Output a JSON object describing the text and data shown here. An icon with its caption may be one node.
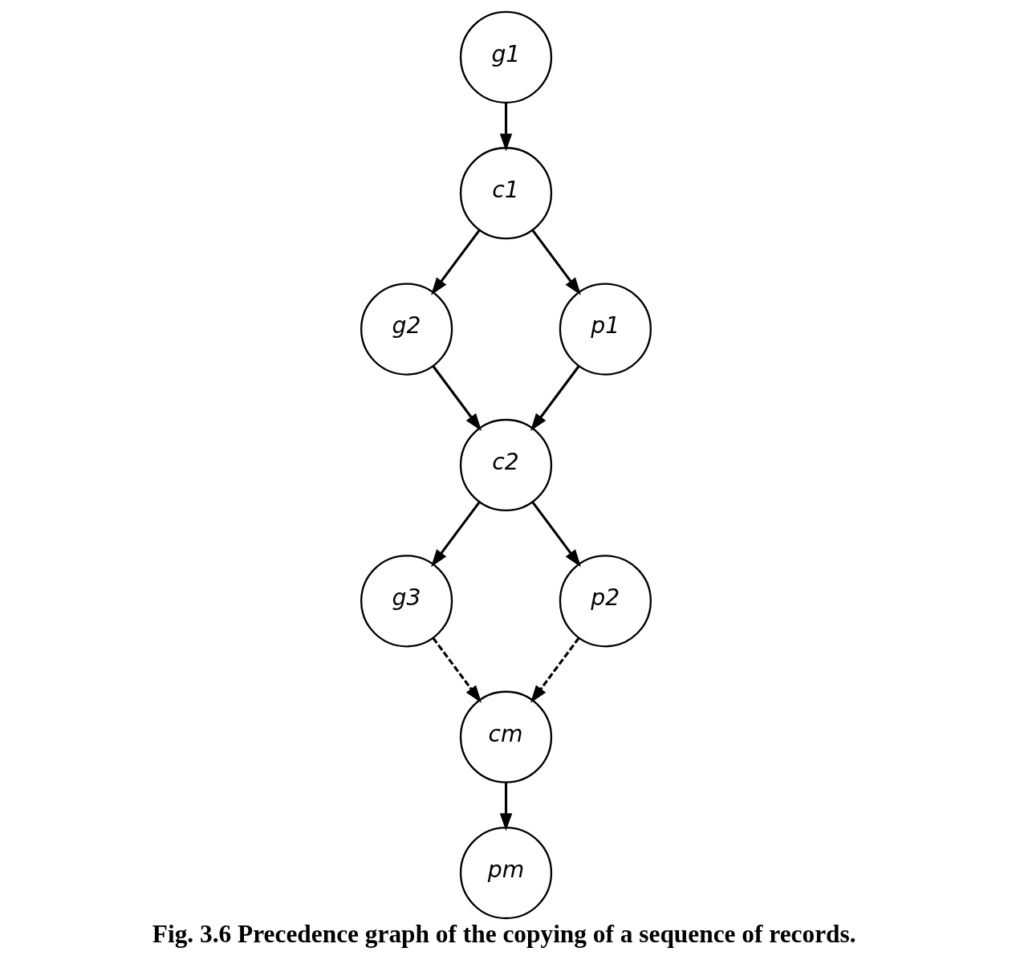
{
  "diagram": {
    "caption": "Fig. 3.6 Precedence graph of the copying of a sequence of records.",
    "nodes": [
      {
        "text": [
          "g1"
        ]
      },
      {
        "text": [
          "c1"
        ]
      },
      {
        "text": [
          "g2"
        ]
      },
      {
        "text": [
          "p1"
        ]
      },
      {
        "text": [
          "c2"
        ]
      },
      {
        "text": [
          "g3"
        ]
      },
      {
        "text": [
          "p2"
        ]
      },
      {
        "text": [
          "cm"
        ]
      },
      {
        "text": [
          "pm"
        ]
      }
    ],
    "edges": [
      {
        "from": 0,
        "to": 1,
        "arrow": "to"
      },
      {
        "from": 1,
        "to": 2,
        "arrow": "to"
      },
      {
        "from": 1,
        "to": 3,
        "arrow": "to"
      },
      {
        "from": 2,
        "to": 4,
        "arrow": "to"
      },
      {
        "from": 3,
        "to": 4,
        "arrow": "to"
      },
      {
        "from": 4,
        "to": 5,
        "arrow": "to"
      },
      {
        "from": 4,
        "to": 6,
        "arrow": "to"
      },
      {
        "from": 5,
        "to": 7,
        "arrow": "to",
        "style": "dashed"
      },
      {
        "from": 6,
        "to": 7,
        "arrow": "to",
        "style": "dashed"
      },
      {
        "from": 7,
        "to": 8,
        "arrow": "to"
      }
    ]
  }
}
